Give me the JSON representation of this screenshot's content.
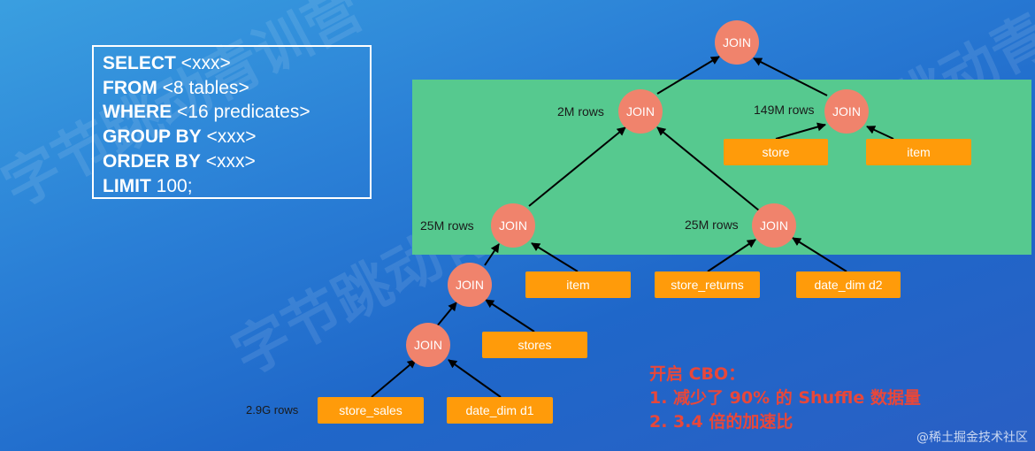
{
  "watermark_text": "字节跳动青训营",
  "sql": {
    "lines": [
      {
        "kw": "SELECT",
        "rest": " <xxx>"
      },
      {
        "kw": "FROM",
        "rest": " <8 tables>"
      },
      {
        "kw": "WHERE",
        "rest": " <16 predicates>"
      },
      {
        "kw": "GROUP BY",
        "rest": " <xxx>"
      },
      {
        "kw": "ORDER BY",
        "rest": " <xxx>"
      },
      {
        "kw": "LIMIT",
        "rest": " 100;"
      }
    ]
  },
  "join_label": "JOIN",
  "tables": {
    "store": "store",
    "item_top": "item",
    "item_mid": "item",
    "store_returns": "store_returns",
    "date_dim_d2": "date_dim d2",
    "stores": "stores",
    "store_sales": "store_sales",
    "date_dim_d1": "date_dim d1"
  },
  "row_labels": {
    "two_m": "2M rows",
    "one_forty_nine_m": "149M rows",
    "twenty_five_m_left": "25M rows",
    "twenty_five_m_right": "25M rows",
    "two_nine_g": "2.9G rows"
  },
  "cbo": {
    "title": "开启 CBO：",
    "point1": "1.  减少了 90% 的 Shuffle 数据量",
    "point2": "2.  3.4 倍的加速比"
  },
  "footer": "@稀土掘金技术社区",
  "colors": {
    "join_node": "#f0836c",
    "table_box": "#ff9b0a",
    "highlight_region": "#56c98f",
    "cbo_text": "#e8473a"
  }
}
